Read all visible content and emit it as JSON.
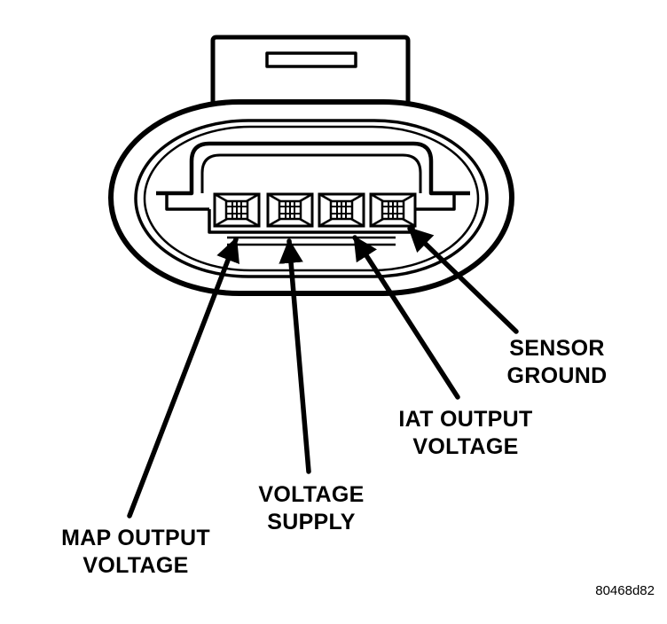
{
  "colors": {
    "ink": "#000000",
    "paper": "#ffffff"
  },
  "labels": {
    "map_output_voltage": [
      "MAP OUTPUT",
      "VOLTAGE"
    ],
    "voltage_supply": [
      "VOLTAGE",
      "SUPPLY"
    ],
    "iat_output_voltage": [
      "IAT OUTPUT",
      "VOLTAGE"
    ],
    "sensor_ground": [
      "SENSOR",
      "GROUND"
    ]
  },
  "figure_id": "80468d82"
}
